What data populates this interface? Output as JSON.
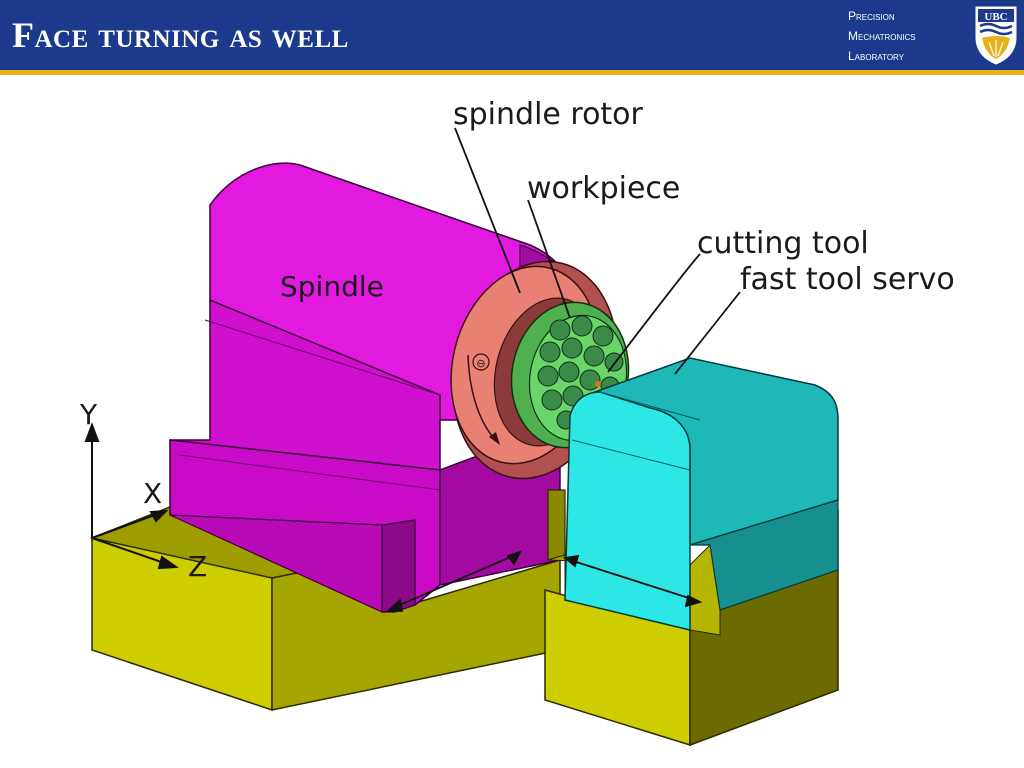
{
  "header": {
    "title": "Face turning as well",
    "lab_lines": [
      "Precision",
      "Mechatronics",
      "Laboratory"
    ],
    "logo_text": "UBC"
  },
  "diagram": {
    "labels": {
      "spindle": "Spindle",
      "spindle_rotor": "spindle rotor",
      "workpiece": "workpiece",
      "cutting_tool": "cutting tool",
      "fast_tool_servo": "fast tool servo"
    },
    "axes": {
      "x": "X",
      "y": "Y",
      "z": "Z"
    },
    "rotation_symbol": "⊖"
  },
  "colors": {
    "header_bg": "#1b3a8c",
    "header_rule": "#e8b019",
    "spindle": "#e21ae0",
    "rotor": "#e98074",
    "workpiece": "#6ad66a",
    "servo": "#2de7e7",
    "base": "#c9c900"
  }
}
